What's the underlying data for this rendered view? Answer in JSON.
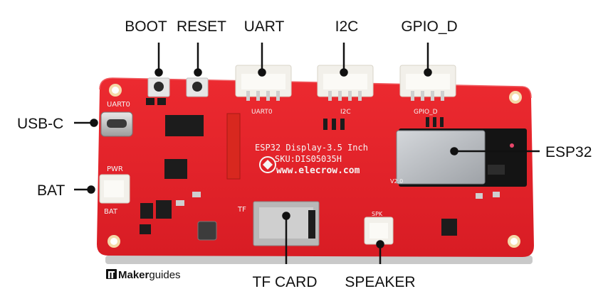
{
  "labels": {
    "boot": "BOOT",
    "reset": "RESET",
    "uart": "UART",
    "i2c": "I2C",
    "gpio_d": "GPIO_D",
    "usb_c": "USB-C",
    "bat": "BAT",
    "esp32": "ESP32",
    "tf_card": "TF CARD",
    "speaker": "SPEAKER"
  },
  "silkscreen": {
    "board_name": "ESP32 Display-3.5 Inch",
    "sku": "SKU:DIS05035H",
    "website": "www.elecrow.com",
    "uart0_top": "UART0",
    "uart0_conn": "UART0",
    "i2c_conn": "I2C",
    "gpio_conn": "GPIO_D",
    "pwr": "PWR",
    "bat": "BAT",
    "tf": "TF",
    "spk": "SPK",
    "version": "V2.0"
  },
  "brand": {
    "bold": "Maker",
    "light": "guides"
  },
  "colors": {
    "pcb": "#e8202a",
    "pcb_dark": "#c41820",
    "connector": "#f2f0ea",
    "module": "#b9bcc0",
    "ink": "#111111"
  }
}
